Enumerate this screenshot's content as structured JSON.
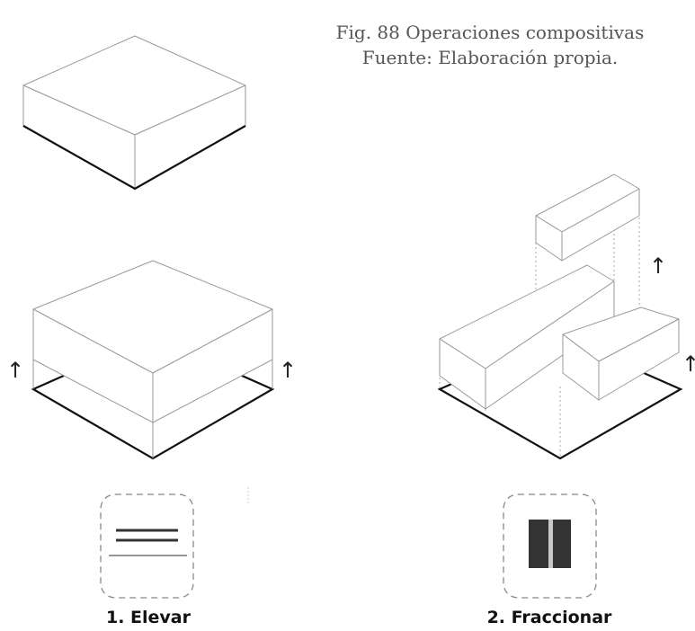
{
  "figure": {
    "caption_line1": "Fig. 88 Operaciones compositivas",
    "caption_line2": "Fuente: Elaboración propia."
  },
  "operations": [
    {
      "label": "1. Elevar",
      "icon": "two-horizontal-lines-over-ground-icon"
    },
    {
      "label": "2. Fraccionar",
      "icon": "split-block-icon"
    }
  ],
  "arrow_glyph": "↑",
  "colors": {
    "outline": "#9a9a9a",
    "ground": "#111111",
    "projection": "#aaaaaa",
    "icon_dark": "#333333",
    "icon_gap": "#c8c8c8",
    "frame_dash": "#888888"
  }
}
